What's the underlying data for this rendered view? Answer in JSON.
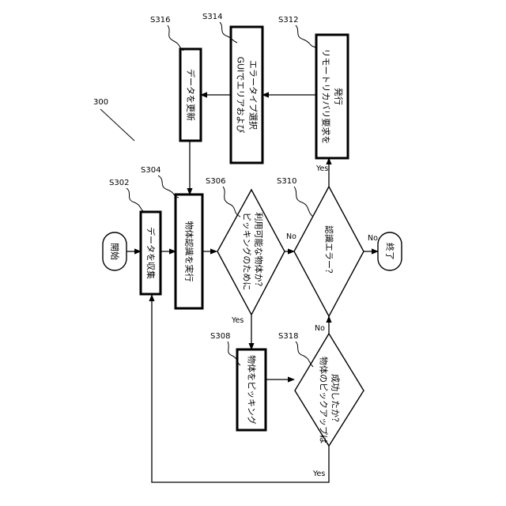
{
  "figure_number": "300",
  "refs": {
    "s302": "S302",
    "s304": "S304",
    "s306": "S306",
    "s308": "S308",
    "s310": "S310",
    "s312": "S312",
    "s314": "S314",
    "s316": "S316",
    "s318": "S318"
  },
  "nodes": {
    "start": "開始",
    "collect": "データを収集",
    "recognize": "物体認識を実行",
    "pickable_line1": "ピッキングのために",
    "pickable_line2": "利用可能な物体か？",
    "pick": "物体をピッキング",
    "success_line1": "物体のピックアップは",
    "success_line2": "成功したか？",
    "recog_error": "認識エラー？",
    "remote_line1": "リモートリカバリ要求を",
    "remote_line2": "発行",
    "gui_line1": "GUIでエリアおよび",
    "gui_line2": "エラータイプ選択",
    "update": "データを更新",
    "end": "終了"
  },
  "edges": {
    "pickable_yes": "Yes",
    "pickable_no": "No",
    "success_no": "No",
    "success_yes": "Yes",
    "error_yes": "Yes",
    "error_no": "No"
  },
  "colors": {
    "line": "#000000",
    "background": "#ffffff"
  }
}
